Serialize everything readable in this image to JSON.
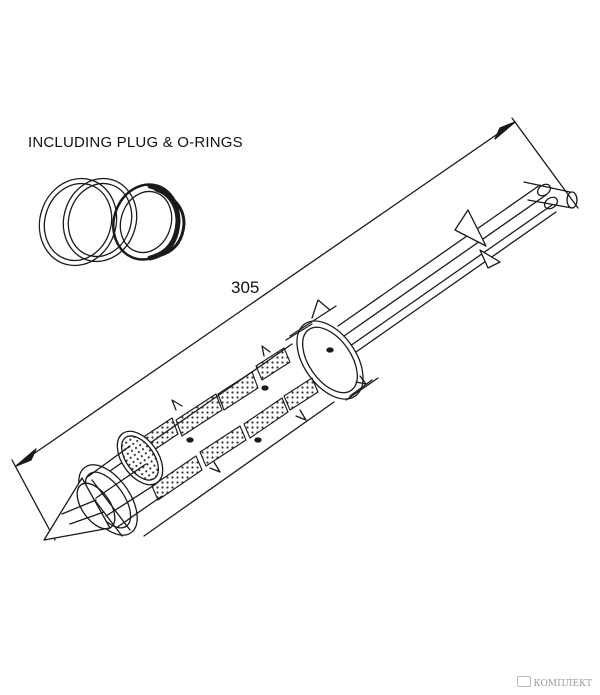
{
  "caption": "INCLUDING PLUG & O-RINGS",
  "dimension": {
    "value": "305"
  },
  "watermark": {
    "brand": "КОМПЛЕКТ"
  },
  "colors": {
    "line": "#1a1a1a",
    "background": "#ffffff",
    "dots": "#333333"
  }
}
